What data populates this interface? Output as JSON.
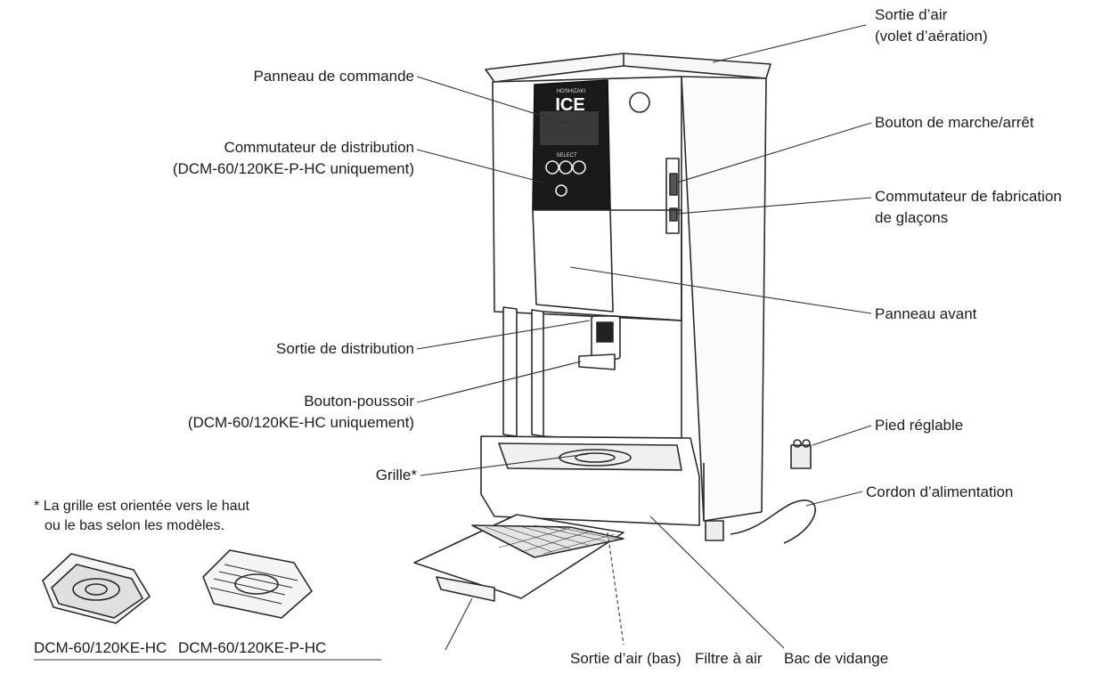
{
  "labels": {
    "air_outlet_top": "Sortie d’air",
    "air_outlet_top_sub": "(volet d’aération)",
    "control_panel": "Panneau de commande",
    "dispense_switch": "Commutateur de distribution",
    "dispense_switch_sub": "(DCM-60/120KE-P-HC uniquement)",
    "power_button": "Bouton de marche/arrêt",
    "icemaking_switch": "Commutateur de fabrication",
    "icemaking_switch_sub": "de glaçons",
    "front_panel": "Panneau avant",
    "dispense_outlet": "Sortie de distribution",
    "push_button": "Bouton-poussoir",
    "push_button_sub": "(DCM-60/120KE-HC uniquement)",
    "adjustable_leg": "Pied réglable",
    "grille": "Grille*",
    "power_cord": "Cordon d’alimentation",
    "air_outlet_bottom": "Sortie d’air (bas)",
    "air_filter": "Filtre à air",
    "drain_pan": "Bac de vidange"
  },
  "panel": {
    "brand": "HOSHIZAKI",
    "logo": "ICE",
    "select": "SELECT"
  },
  "note": {
    "line1": "* La grille est orientée vers le haut",
    "line2": "ou le bas selon les modèles."
  },
  "models": {
    "left": "DCM-60/120KE-HC",
    "right": "DCM-60/120KE-P-HC"
  }
}
